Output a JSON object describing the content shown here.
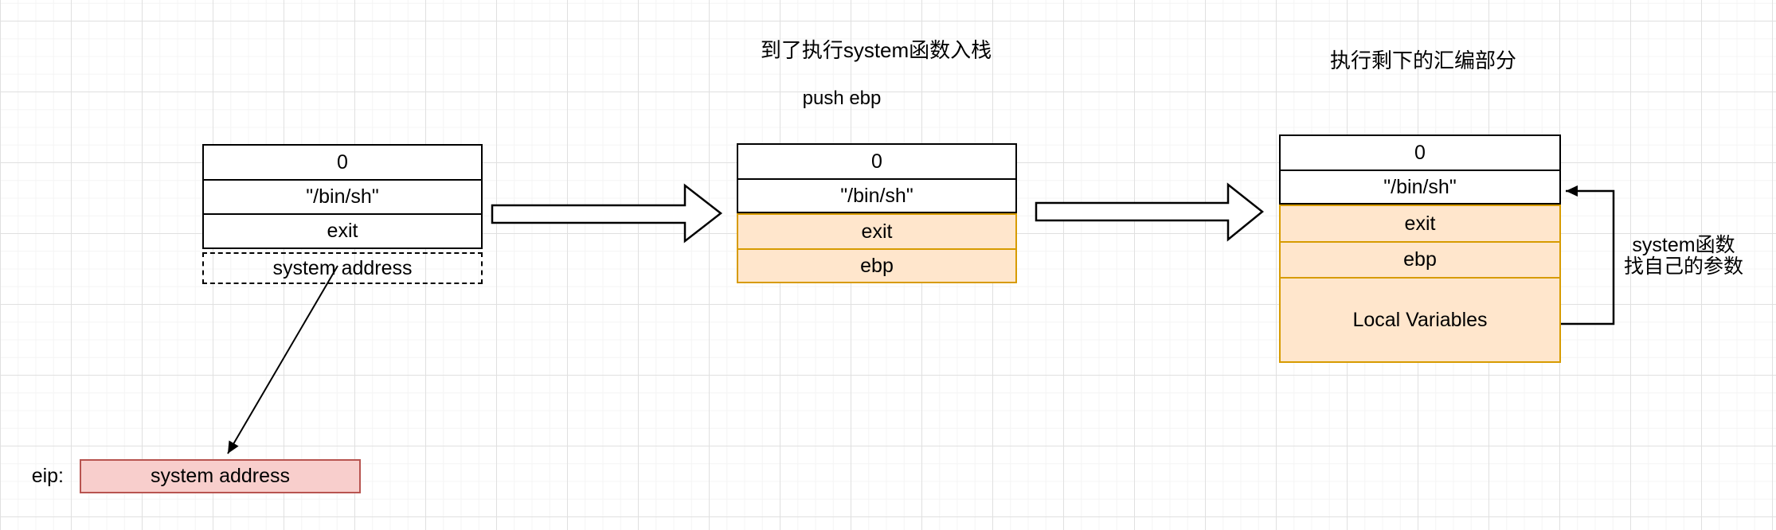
{
  "diagram": {
    "titles": {
      "step2_title": "到了执行system函数入栈",
      "step2_subtitle": "push ebp",
      "step3_title": "执行剩下的汇编部分"
    },
    "stack_initial": {
      "rows": [
        "0",
        "\"/bin/sh\"",
        "exit"
      ],
      "pending_row": "system address"
    },
    "stack_after_push_ebp": {
      "rows": [
        "0",
        "\"/bin/sh\""
      ],
      "highlight_rows": [
        "exit",
        "ebp"
      ]
    },
    "stack_system_frame": {
      "rows": [
        "0",
        "\"/bin/sh\""
      ],
      "highlight_rows": [
        "exit",
        "ebp",
        "Local Variables"
      ]
    },
    "eip": {
      "label": "eip:",
      "value": "system address"
    },
    "param_note": {
      "line1": "system函数",
      "line2": "找自己的参数"
    }
  },
  "colors": {
    "highlight_fill": "#FFE6CC",
    "highlight_stroke": "#D79B00",
    "eip_fill": "#F8CECC",
    "eip_stroke": "#B85450",
    "line": "#000000",
    "grid_minor": "#F4F4F4",
    "grid_major": "#E0E0E0"
  }
}
